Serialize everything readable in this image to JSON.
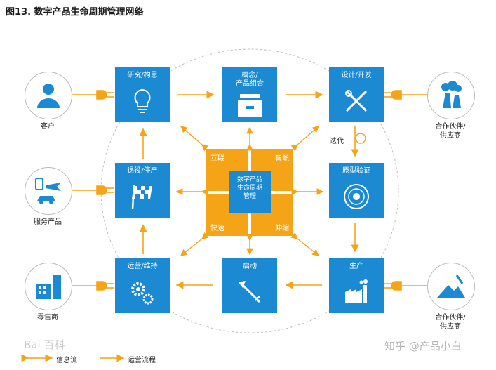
{
  "title": "图13. 数字产品生命周期管理网络",
  "nodes": {
    "research": "研究/构思",
    "concept": "概念/\n产品组合",
    "design": "设计/开发",
    "retire": "退役/停产",
    "prototype": "原型验证",
    "operate": "运营/维持",
    "launch": "启动",
    "produce": "生产"
  },
  "hub": {
    "center": "数字产品\n生命周期\n管理",
    "tl": "互联",
    "tr": "智能",
    "bl": "快速",
    "br": "伸缩"
  },
  "externals": {
    "customer": "客户",
    "services": "服务产品",
    "retailer": "零售商",
    "partner_top": "合作伙伴/\n供应商",
    "partner_bottom": "合作伙伴/\n供应商"
  },
  "iteration": "迭代",
  "legend": {
    "info_flow": "信息流",
    "ops_flow": "运营流程"
  },
  "watermarks": {
    "left": "Bai 百科",
    "right": "知乎 @产品小白"
  },
  "colors": {
    "blue": "#1b8ad3",
    "orange": "#f5a417"
  }
}
